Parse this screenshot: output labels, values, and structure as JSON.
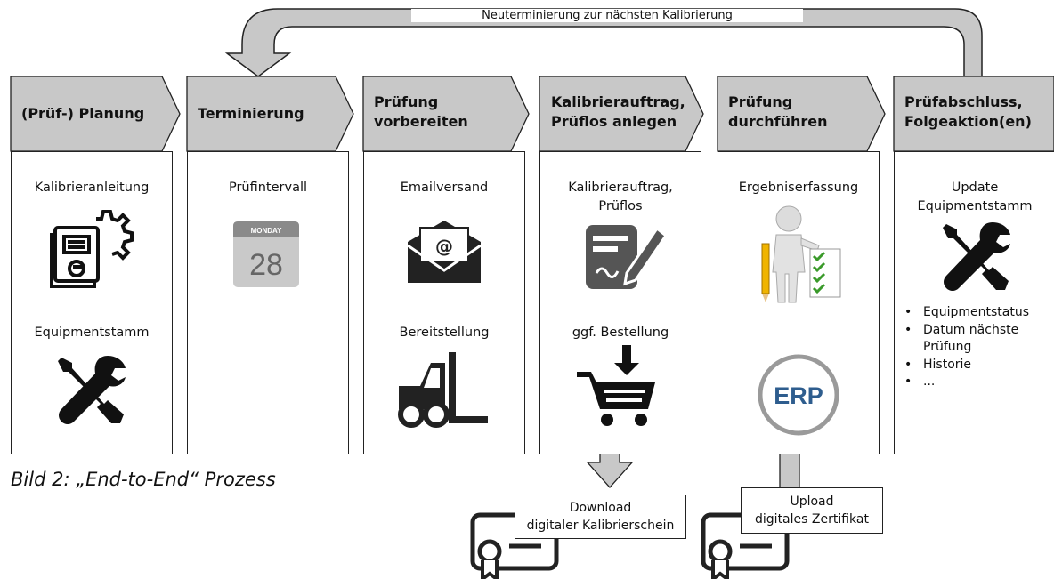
{
  "loop_label": "Neuterminierung zur nächsten Kalibrierung",
  "steps": [
    {
      "header": [
        "(Prüf-) Planung"
      ],
      "items": [
        "Kalibrieranleitung",
        "Equipmentstamm"
      ]
    },
    {
      "header": [
        "Terminierung"
      ],
      "items": [
        "Prüfintervall"
      ]
    },
    {
      "header": [
        "Prüfung",
        "vorbereiten"
      ],
      "items": [
        "Emailversand",
        "Bereitstellung"
      ]
    },
    {
      "header": [
        "Kalibrierauftrag,",
        "Prüflos anlegen"
      ],
      "items": [
        "Kalibrierauftrag,",
        "Prüflos",
        "ggf. Bestellung"
      ]
    },
    {
      "header": [
        "Prüfung",
        "durchführen"
      ],
      "items": [
        "Ergebniserfassung"
      ]
    },
    {
      "header": [
        "Prüfabschluss,",
        "Folgeaktion(en)"
      ],
      "items": [
        "Update",
        "Equipmentstamm"
      ],
      "bullets": [
        "Equipmentstatus",
        "Datum nächste",
        "Prüfung",
        "Historie",
        "..."
      ]
    }
  ],
  "calendar": {
    "day_name": "MONDAY",
    "day_number": "28"
  },
  "erp_logo": "ERP",
  "caption": "Bild 2: „End-to-End“ Prozess",
  "download_box": [
    "Download",
    "digitaler Kalibrierschein"
  ],
  "upload_box": [
    "Upload",
    "digitales Zertifikat"
  ],
  "icons": [
    "book-gear-icon",
    "wrench-screwdriver-icon",
    "calendar-icon",
    "envelope-icon",
    "forklift-icon",
    "document-pen-icon",
    "shopping-cart-icon",
    "person-checklist-icon",
    "erp-icon",
    "certificate-icon"
  ],
  "colors": {
    "chevron_fill": "#c8c8c8",
    "arrow_fill": "#c8c8c8",
    "outline": "#222222",
    "erp_blue": "#2e5d8e"
  }
}
